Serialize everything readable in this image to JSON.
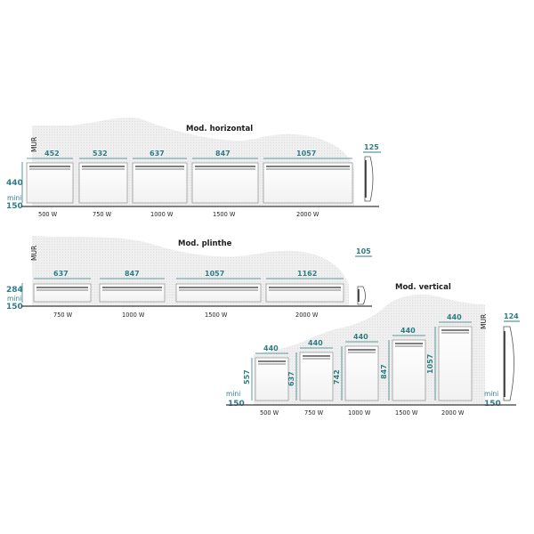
{
  "wall_label": "MUR",
  "horizontal": {
    "title": "Mod. horizontal",
    "height": "440",
    "mini_label": "mini",
    "mini_value": "150",
    "depth": "125",
    "widths": [
      "452",
      "532",
      "637",
      "847",
      "1057"
    ],
    "watts": [
      "500 W",
      "750 W",
      "1000 W",
      "1500 W",
      "2000 W"
    ]
  },
  "plinthe": {
    "title": "Mod. plinthe",
    "height": "284",
    "mini_label": "mini",
    "mini_value": "150",
    "depth": "105",
    "widths": [
      "637",
      "847",
      "1057",
      "1162"
    ],
    "watts": [
      "750 W",
      "1000 W",
      "1500 W",
      "2000 W"
    ]
  },
  "vertical": {
    "title": "Mod. vertical",
    "width": "440",
    "mini_label": "mini",
    "mini_value": "150",
    "depth": "124",
    "heights": [
      "557",
      "637",
      "742",
      "847",
      "1057"
    ],
    "watts": [
      "500 W",
      "750 W",
      "1000 W",
      "1500 W",
      "2000 W"
    ]
  },
  "colors": {
    "accent": "#2f7d84",
    "wall_fill": "#eceded",
    "panel_stroke": "#9a9a9a",
    "floor": "#3a3a3a"
  }
}
